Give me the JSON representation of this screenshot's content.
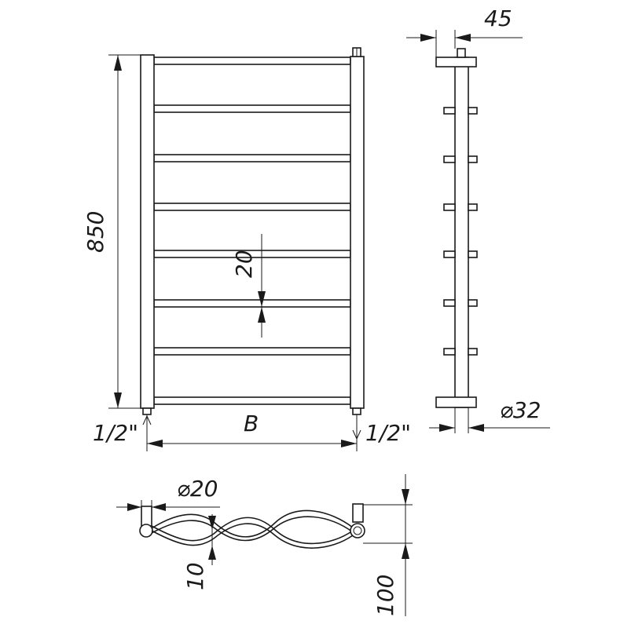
{
  "dimensions": {
    "height_total": "850",
    "rail_spacing": "20",
    "width": "B",
    "inlet_left": "1/2\"",
    "inlet_right": "1/2\"",
    "side_offset": "45",
    "pipe_diameter": "⌀32",
    "rail_diameter": "⌀20",
    "bend_depth": "10",
    "total_depth": "100"
  }
}
